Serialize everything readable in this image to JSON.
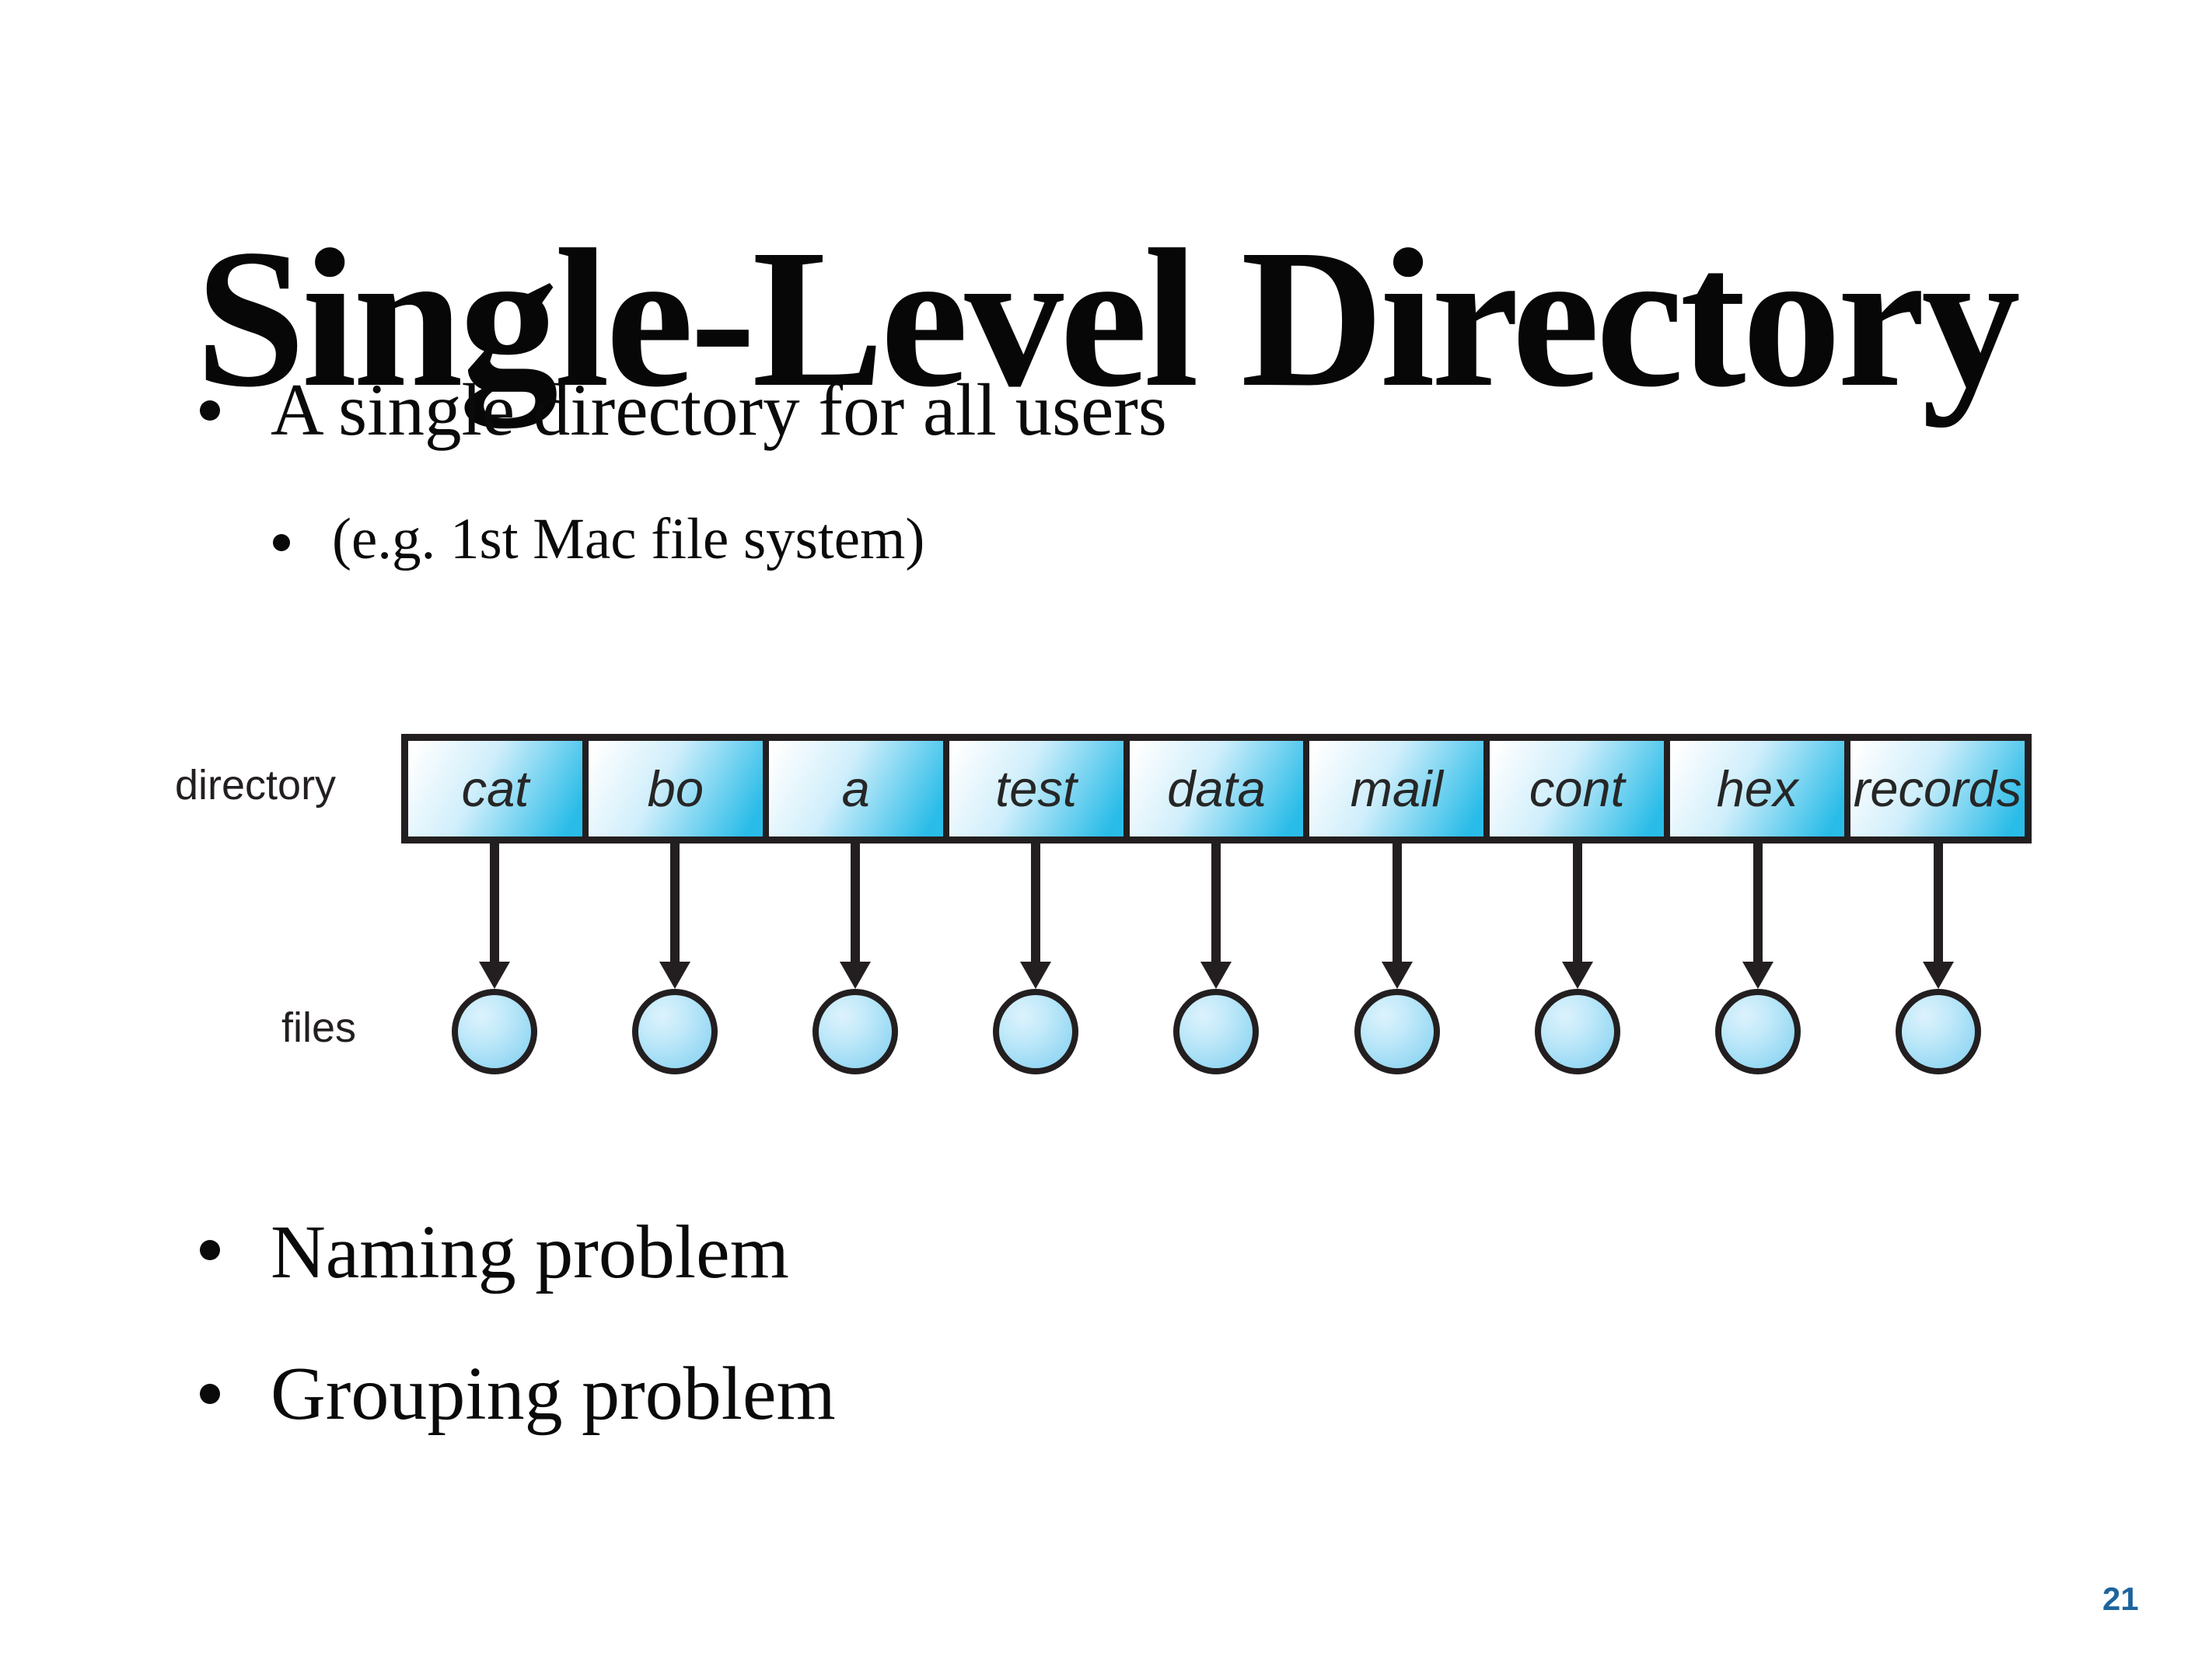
{
  "slide": {
    "title": "Single-Level Directory",
    "top_bullets": [
      {
        "level": 1,
        "text": "A single directory for all users"
      },
      {
        "level": 2,
        "text": "(e.g. 1st Mac file system)"
      }
    ],
    "bottom_bullets": [
      {
        "level": 1,
        "text": "Naming problem"
      },
      {
        "level": 1,
        "text": "Grouping problem"
      }
    ],
    "page_number": "21"
  },
  "diagram": {
    "row_label": "directory",
    "files_label": "files",
    "entries": [
      "cat",
      "bo",
      "a",
      "test",
      "data",
      "mail",
      "cont",
      "hex",
      "records"
    ],
    "colors": {
      "box_cyan": "#29bce8",
      "circle_base": "#9bdaf4",
      "circle_highlight": "#dcf2fc",
      "outline": "#231f20",
      "page_number_blue": "#1d649e"
    }
  }
}
